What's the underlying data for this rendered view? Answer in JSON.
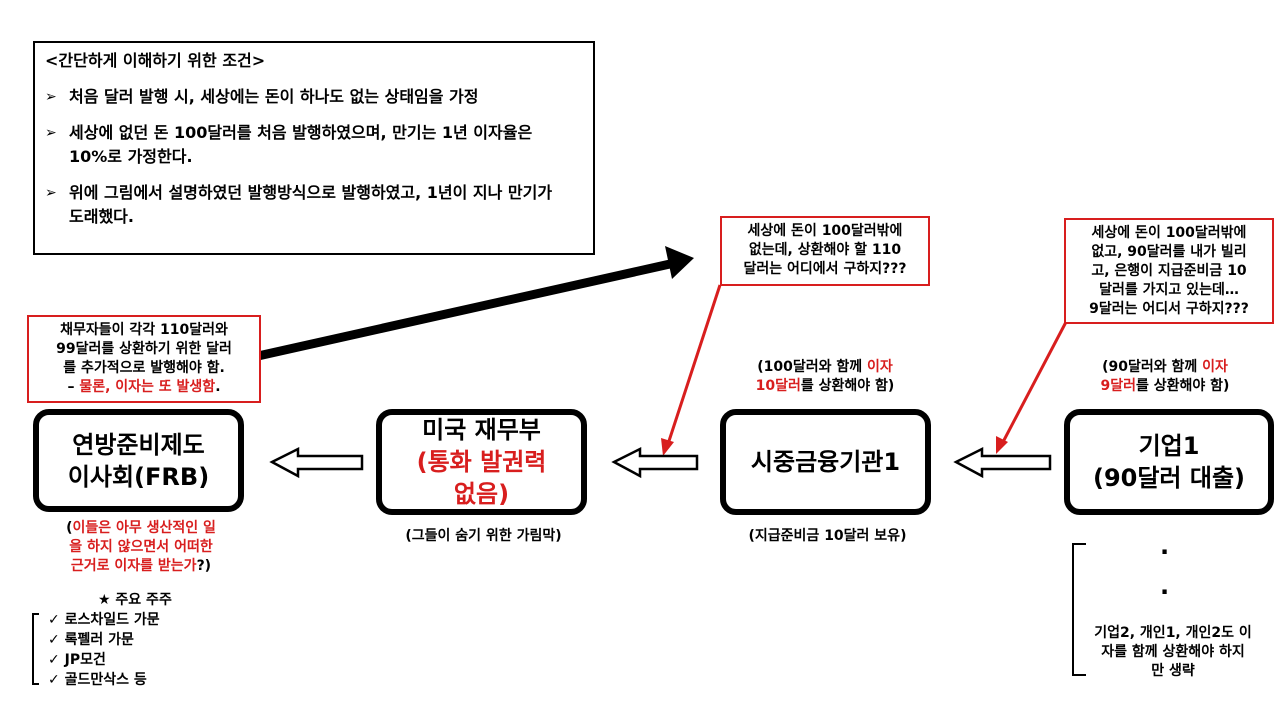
{
  "conditions": {
    "title": "<간단하게 이해하기 위한 조건>",
    "items": [
      "처음 달러 발행 시, 세상에는 돈이 하나도 없는 상태임을 가정",
      "세상에 없던 돈 100달러를 처음 발행하였으며, 만기는 1년 이자율은 10%로 가정한다.",
      "위에 그림에서 설명하였던 발행방식으로 발행하였고, 1년이 지나 만기가 도래했다."
    ]
  },
  "debtor_note": {
    "line1": "채무자들이 각각 110달러와",
    "line2": "99달러를 상환하기 위한 달러",
    "line3": "를 추가적으로 발행해야 함.",
    "line4_prefix": "– ",
    "line4_red": "물론, 이자는 또 발생함",
    "line4_suffix": "."
  },
  "bank_question": {
    "line1": "세상에 돈이 100달러밖에",
    "line2": "없는데, 상환해야 할 110",
    "line3": "달러는 어디에서 구하지???"
  },
  "company_question": {
    "line1": "세상에 돈이 100달러밖에",
    "line2": "없고, 90달러를 내가 빌리",
    "line3": "고, 은행이 지급준비금 10",
    "line4": "달러를 가지고 있는데…",
    "line5": "9달러는 어디서 구하지???"
  },
  "bank_repay": {
    "prefix": "(100달러와 함께 ",
    "red1": "이자",
    "red2": "10달러",
    "suffix": "를 상환해야 함)"
  },
  "company_repay": {
    "prefix": "(90달러와 함께 ",
    "red1": "이자",
    "red2": "9달러",
    "suffix": "를 상환해야 함)"
  },
  "boxes": {
    "frb": {
      "line1": "연방준비제도",
      "line2": "이사회(FRB)"
    },
    "treasury": {
      "line1": "미국 재무부",
      "line2": "(통화 발권력",
      "line3": "없음)"
    },
    "bank": {
      "line1": "시중금융기관1"
    },
    "company": {
      "line1": "기업1",
      "line2": "(90달러 대출)"
    }
  },
  "captions": {
    "frb": {
      "open": "(",
      "red1": "이들은 아무 생산적인 일",
      "red2": "을 하지 않으면서 어떠한",
      "red3": "근거로 이자를 받는가",
      "close": "?)"
    },
    "treasury": "(그들이 숨기 위한 가림막)",
    "bank": "(지급준비금 10달러 보유)"
  },
  "shareholders": {
    "title": "★ 주요 주주",
    "items": [
      "✓ 로스차일드 가문",
      "✓ 록펠러 가문",
      "✓ JP모건",
      "✓ 골드만삭스 등"
    ]
  },
  "others": {
    "dot": "·",
    "line1": "기업2, 개인1, 개인2도 이",
    "line2": "자를 함께 상환해야 하지",
    "line3": "만 생략"
  },
  "colors": {
    "accent_red": "#d81e1e",
    "border": "#000000"
  }
}
